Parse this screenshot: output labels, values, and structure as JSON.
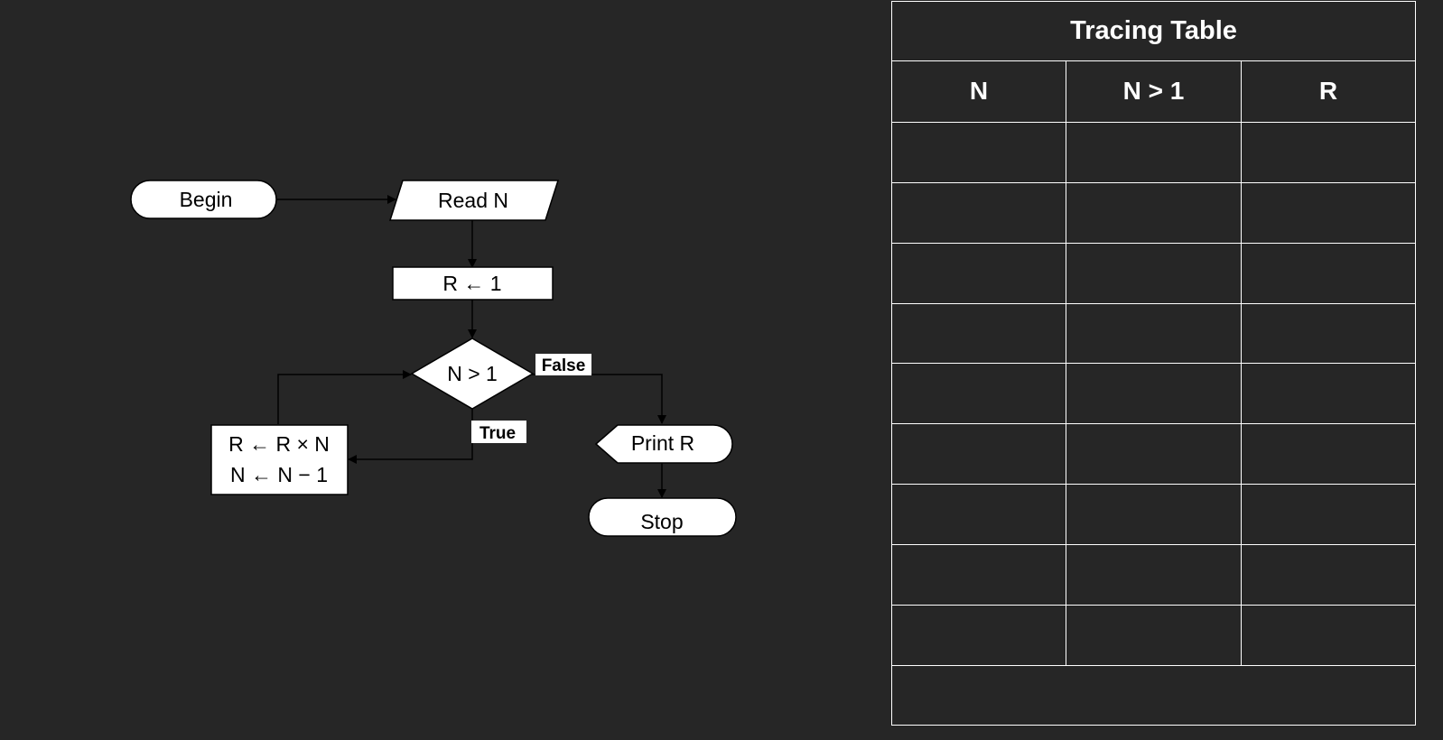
{
  "flowchart": {
    "begin_label": "Begin",
    "read_label": "Read N",
    "init_label": "R ← 1",
    "decision_label": "N > 1",
    "false_label": "False",
    "true_label": "True",
    "loop_body_line1": "R ← R × N",
    "loop_body_line2": "N ← N − 1",
    "print_label": "Print R",
    "stop_label": "Stop"
  },
  "table": {
    "title": "Tracing Table",
    "columns": [
      "N",
      "N > 1",
      "R"
    ],
    "rows": [
      [
        "",
        "",
        ""
      ],
      [
        "",
        "",
        ""
      ],
      [
        "",
        "",
        ""
      ],
      [
        "",
        "",
        ""
      ],
      [
        "",
        "",
        ""
      ],
      [
        "",
        "",
        ""
      ],
      [
        "",
        "",
        ""
      ],
      [
        "",
        "",
        ""
      ],
      [
        "",
        "",
        ""
      ]
    ],
    "footer": ""
  },
  "colors": {
    "background": "#262626",
    "shape_fill": "#ffffff",
    "line": "#000000",
    "table_text": "#ffffff"
  }
}
